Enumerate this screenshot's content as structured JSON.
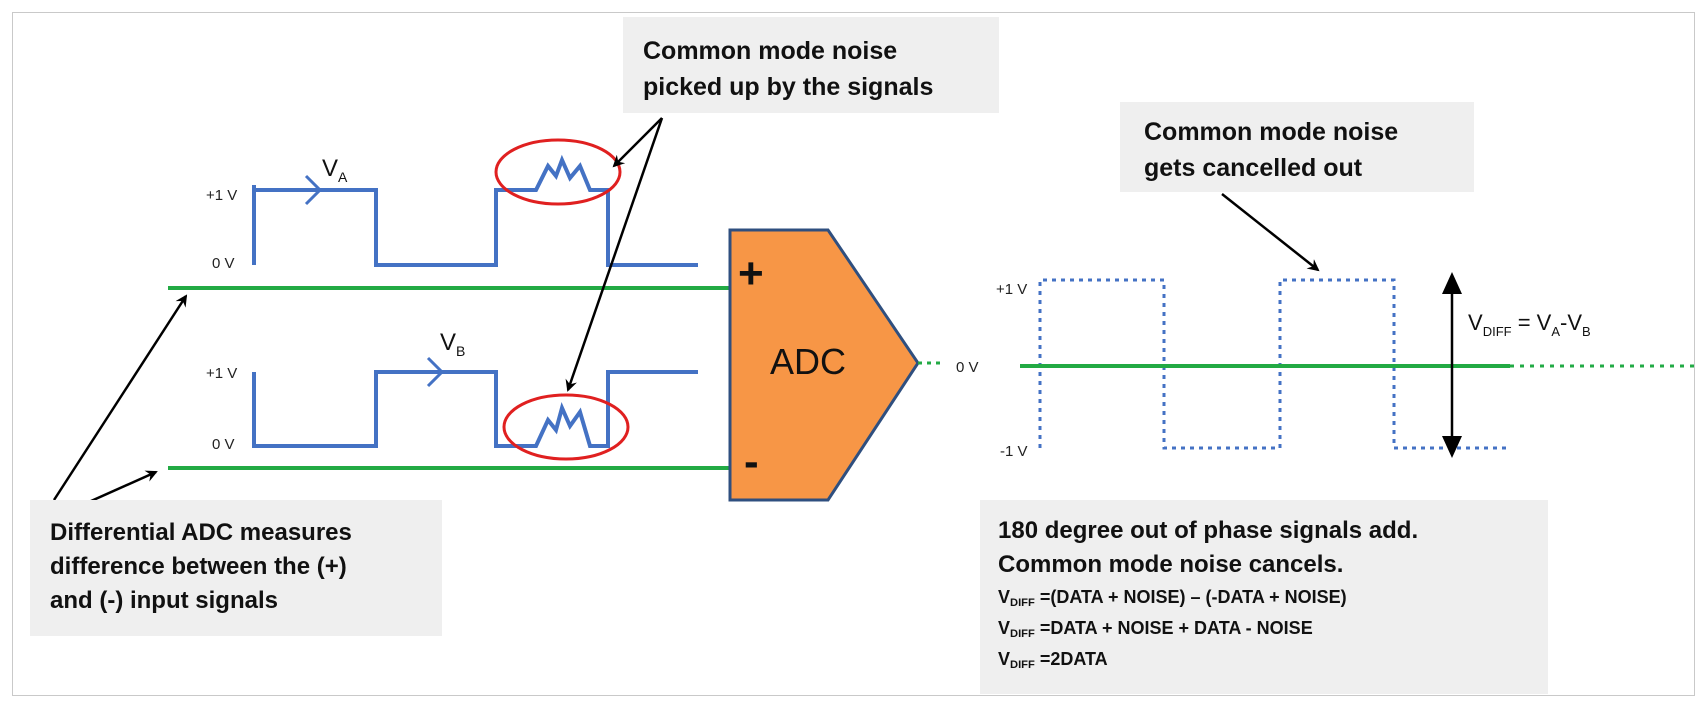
{
  "notes": {
    "noise_picked": [
      "Common mode noise",
      "picked  up by the signals"
    ],
    "noise_cancelled": [
      "Common mode noise",
      "gets cancelled out"
    ],
    "differential_adc": [
      "Differential ADC measures",
      "difference between the (+)",
      "and (-) input signals"
    ],
    "phase": {
      "lines": [
        "180 degree out of phase signals add.",
        "Common mode noise cancels."
      ],
      "equations": [
        {
          "v": "V",
          "sub": "DIFF",
          "rhs": "=(DATA + NOISE) – (-DATA + NOISE)"
        },
        {
          "v": "V",
          "sub": "DIFF",
          "rhs": "=DATA + NOISE + DATA - NOISE"
        },
        {
          "v": "V",
          "sub": "DIFF",
          "rhs": "=2DATA"
        }
      ]
    }
  },
  "signals": {
    "a": {
      "label": "V",
      "sub": "A",
      "plus_level": "+1 V",
      "zero_level": "0 V"
    },
    "b": {
      "label": "V",
      "sub": "B",
      "plus_level": "+1 V",
      "zero_level": "0 V"
    }
  },
  "adc": {
    "label": "ADC",
    "plus": "+",
    "minus": "-",
    "color": "#F79646"
  },
  "output": {
    "plus_level": "+1 V",
    "zero_level": "0 V",
    "minus_level": "-1 V",
    "vdiff": {
      "v": "V",
      "sub1": "DIFF",
      "eq": " = V",
      "sub2": "A",
      "dash": "-V",
      "sub3": "B"
    }
  },
  "colors": {
    "signal": "#4472C4",
    "ground": "#22AA44",
    "noise_circle": "#E02020",
    "box": "#EFEFEF"
  }
}
